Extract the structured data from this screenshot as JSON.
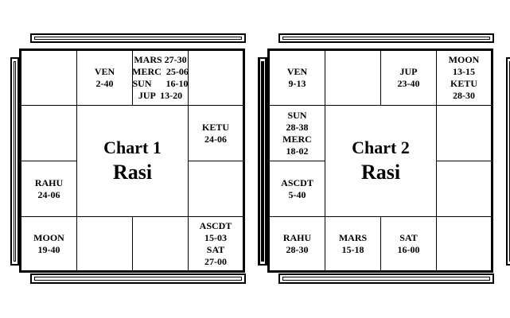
{
  "charts": [
    {
      "title": "Chart 1",
      "subtitle": "Rasi",
      "houses": {
        "h1": [],
        "h2": [
          "VEN",
          "2-40"
        ],
        "h3": [
          "MARS 27-30",
          "MERC  25-06",
          "SUN      16-10",
          "JUP  13-20"
        ],
        "h4": [],
        "h5": [
          "KETU",
          "24-06"
        ],
        "h6": [],
        "h7": [
          "ASCDT",
          "15-03",
          "SAT",
          "27-00"
        ],
        "h8": [],
        "h9": [],
        "h10": [
          "MOON",
          "19-40"
        ],
        "h11": [
          "RAHU",
          "24-06"
        ],
        "h12": []
      }
    },
    {
      "title": "Chart 2",
      "subtitle": "Rasi",
      "houses": {
        "h1": [
          "VEN",
          "9-13"
        ],
        "h2": [],
        "h3": [
          "JUP",
          "23-40"
        ],
        "h4": [
          "MOON",
          "13-15",
          "KETU",
          "28-30"
        ],
        "h5": [],
        "h6": [],
        "h7": [],
        "h8": [
          "SAT",
          "16-00"
        ],
        "h9": [
          "MARS",
          "15-18"
        ],
        "h10": [
          "RAHU",
          "28-30"
        ],
        "h11": [
          "ASCDT",
          "5-40"
        ],
        "h12": [
          "SUN",
          "28-38",
          "MERC",
          "18-02"
        ]
      }
    }
  ]
}
